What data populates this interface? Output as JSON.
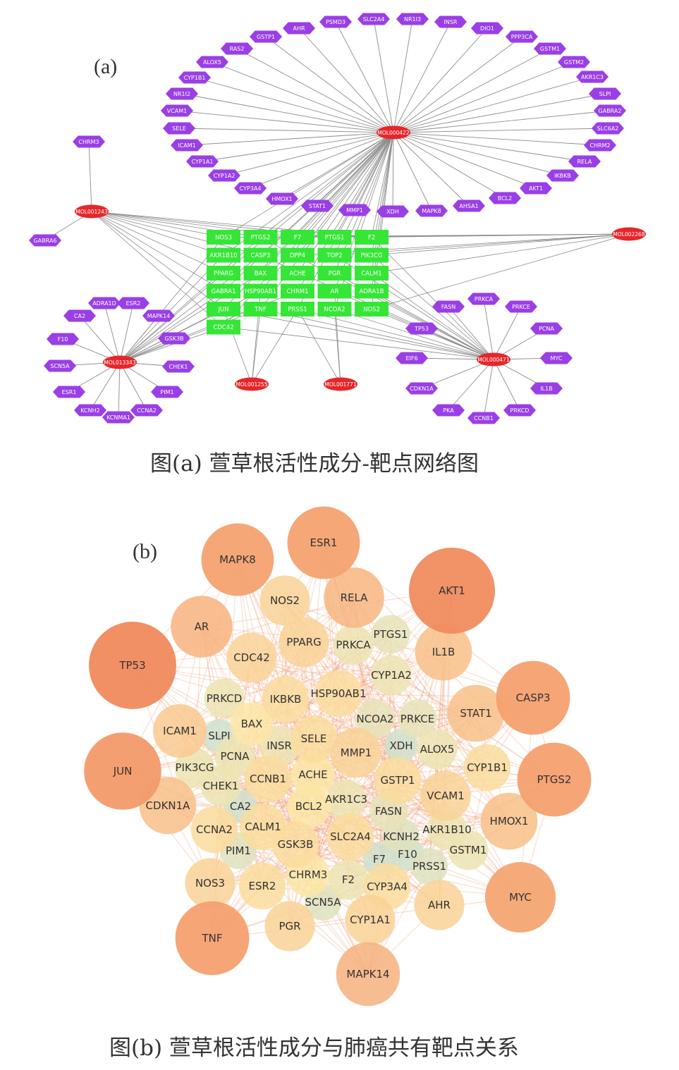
{
  "panel_a": {
    "label": "(a)",
    "caption": "图(a)  萱草根活性成分-靶点网络图",
    "colors": {
      "target": "#9a3fe6",
      "compound": "#e6262a",
      "shared": "#35e636",
      "edge": "#8c8c8c"
    },
    "hub_molecule": "MOL000422",
    "hub_targets": [
      "AHR",
      "PSMD3",
      "SLC2A4",
      "NR1I3",
      "INSR",
      "DIO1",
      "PPP3CA",
      "GSTM1",
      "GSTM2",
      "AKR1C3",
      "SLPI",
      "GABRA2",
      "SLC6A2",
      "CHRM2",
      "RELA",
      "IKBKB",
      "AKT1",
      "BCL2",
      "AHSA1",
      "MAPK8",
      "XDH",
      "MMP1",
      "STAT1",
      "HMOX1",
      "CYP3A4",
      "CYP1A2",
      "CYP1A1",
      "ICAM1",
      "SELE",
      "VCAM1",
      "NR1I2",
      "CYP1B1",
      "ALOX5",
      "RAS2",
      "GSTP1"
    ],
    "molecules": [
      "MOL001243",
      "MOL002268",
      "MOL013343",
      "MOL001255",
      "MOL001771",
      "MOL000471"
    ],
    "mol001243_targets": [
      "CHRM3",
      "GABRA6"
    ],
    "mol013343_targets": [
      "ADRA1D",
      "ESR2",
      "MAPK14",
      "CA2",
      "F10",
      "GSK3B",
      "SCN5A",
      "CHEK1",
      "ESR1",
      "PIM1",
      "KCNH2",
      "KCNMA1",
      "CCNA2"
    ],
    "mol000471_targets": [
      "PRKCA",
      "PRKCE",
      "FASN",
      "TP53",
      "PCNA",
      "EIF6",
      "MYC",
      "CDKN1A",
      "IL1B",
      "PKA",
      "CCNB1",
      "PRKCD"
    ],
    "shared_grid": [
      [
        "NOS3",
        "PTGS2",
        "F7",
        "PTGS1",
        "F2"
      ],
      [
        "AKR1B10",
        "CASP3",
        "DPP4",
        "TOP2",
        "PIK3CG"
      ],
      [
        "PPARG",
        "BAX",
        "ACHE",
        "PGR",
        "CALM1"
      ],
      [
        "GABRA1",
        "HSP90AB1",
        "CHRM1",
        "AR",
        "ADRA1B"
      ],
      [
        "JUN",
        "TNF",
        "PRSS1",
        "NCOA2",
        "NOS2"
      ],
      [
        "CDC42"
      ]
    ]
  },
  "panel_b": {
    "label": "(b)",
    "caption": "图(b)  萱草根活性成分与肺癌共有靶点关系",
    "colors": {
      "high": "#f08a5d",
      "mid": "#f7b580",
      "low": "#fbe6a6",
      "lowest": "#cfe0cc",
      "edge": "#f2a07a"
    },
    "nodes": [
      {
        "name": "ESR1",
        "degree": 0.78
      },
      {
        "name": "MAPK8",
        "degree": 0.78
      },
      {
        "name": "AKT1",
        "degree": 0.98
      },
      {
        "name": "TP53",
        "degree": 1.0
      },
      {
        "name": "NOS2",
        "degree": 0.45
      },
      {
        "name": "RELA",
        "degree": 0.6
      },
      {
        "name": "AR",
        "degree": 0.62
      },
      {
        "name": "PPARG",
        "degree": 0.45
      },
      {
        "name": "PRKCA",
        "degree": 0.3
      },
      {
        "name": "PTGS1",
        "degree": 0.28
      },
      {
        "name": "IL1B",
        "degree": 0.55
      },
      {
        "name": "CDC42",
        "degree": 0.45
      },
      {
        "name": "CASP3",
        "degree": 0.8
      },
      {
        "name": "CYP1A2",
        "degree": 0.3
      },
      {
        "name": "PRKCD",
        "degree": 0.3
      },
      {
        "name": "IKBKB",
        "degree": 0.4
      },
      {
        "name": "HSP90AB1",
        "degree": 0.4
      },
      {
        "name": "STAT1",
        "degree": 0.55
      },
      {
        "name": "ICAM1",
        "degree": 0.5
      },
      {
        "name": "BAX",
        "degree": 0.35
      },
      {
        "name": "NCOA2",
        "degree": 0.28
      },
      {
        "name": "PRKCE",
        "degree": 0.28
      },
      {
        "name": "SLPI",
        "degree": 0.2
      },
      {
        "name": "SELE",
        "degree": 0.4
      },
      {
        "name": "INSR",
        "degree": 0.3
      },
      {
        "name": "XDH",
        "degree": 0.2
      },
      {
        "name": "ALOX5",
        "degree": 0.3
      },
      {
        "name": "JUN",
        "degree": 0.85
      },
      {
        "name": "MMP1",
        "degree": 0.45
      },
      {
        "name": "PCNA",
        "degree": 0.3
      },
      {
        "name": "PIK3CG",
        "degree": 0.3
      },
      {
        "name": "CYP1B1",
        "degree": 0.4
      },
      {
        "name": "PTGS2",
        "degree": 0.8
      },
      {
        "name": "CHEK1",
        "degree": 0.3
      },
      {
        "name": "CCNB1",
        "degree": 0.4
      },
      {
        "name": "ACHE",
        "degree": 0.35
      },
      {
        "name": "GSTP1",
        "degree": 0.4
      },
      {
        "name": "AKR1C3",
        "degree": 0.3
      },
      {
        "name": "VCAM1",
        "degree": 0.45
      },
      {
        "name": "CDKN1A",
        "degree": 0.55
      },
      {
        "name": "CA2",
        "degree": 0.2
      },
      {
        "name": "BCL2",
        "degree": 0.35
      },
      {
        "name": "FASN",
        "degree": 0.28
      },
      {
        "name": "HMOX1",
        "degree": 0.55
      },
      {
        "name": "CCNA2",
        "degree": 0.4
      },
      {
        "name": "CALM1",
        "degree": 0.4
      },
      {
        "name": "SLC2A4",
        "degree": 0.4
      },
      {
        "name": "KCNH2",
        "degree": 0.25
      },
      {
        "name": "AKR1B10",
        "degree": 0.3
      },
      {
        "name": "GSK3B",
        "degree": 0.4
      },
      {
        "name": "PIM1",
        "degree": 0.25
      },
      {
        "name": "F7",
        "degree": 0.2
      },
      {
        "name": "F10",
        "degree": 0.2
      },
      {
        "name": "GSTM1",
        "degree": 0.3
      },
      {
        "name": "PRSS1",
        "degree": 0.25
      },
      {
        "name": "CHRM3",
        "degree": 0.35
      },
      {
        "name": "F2",
        "degree": 0.3
      },
      {
        "name": "NOS3",
        "degree": 0.45
      },
      {
        "name": "ESR2",
        "degree": 0.4
      },
      {
        "name": "CYP3A4",
        "degree": 0.4
      },
      {
        "name": "MYC",
        "degree": 0.75
      },
      {
        "name": "SCN5A",
        "degree": 0.25
      },
      {
        "name": "AHR",
        "degree": 0.45
      },
      {
        "name": "TNF",
        "degree": 0.8
      },
      {
        "name": "PGR",
        "degree": 0.45
      },
      {
        "name": "CYP1A1",
        "degree": 0.45
      },
      {
        "name": "MAPK14",
        "degree": 0.65
      }
    ]
  }
}
